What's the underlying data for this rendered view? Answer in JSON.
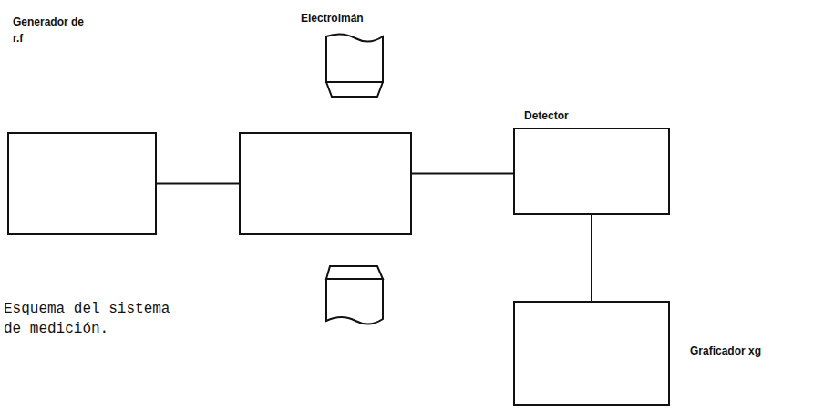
{
  "diagram": {
    "caption": "Esquema del sistema de medición.",
    "nodes": [
      {
        "text": [
          "Generador de r.f"
        ]
      },
      {
        "text": [
          "Electroimán"
        ]
      },
      {
        "text": [
          "Detector"
        ]
      },
      {
        "text": [
          "Graficador xg"
        ]
      }
    ],
    "edges": [
      {
        "from": 0,
        "to": 1,
        "arrow": "none"
      },
      {
        "from": 1,
        "to": 2,
        "arrow": "none"
      },
      {
        "from": 2,
        "to": 3,
        "arrow": "none"
      }
    ]
  }
}
